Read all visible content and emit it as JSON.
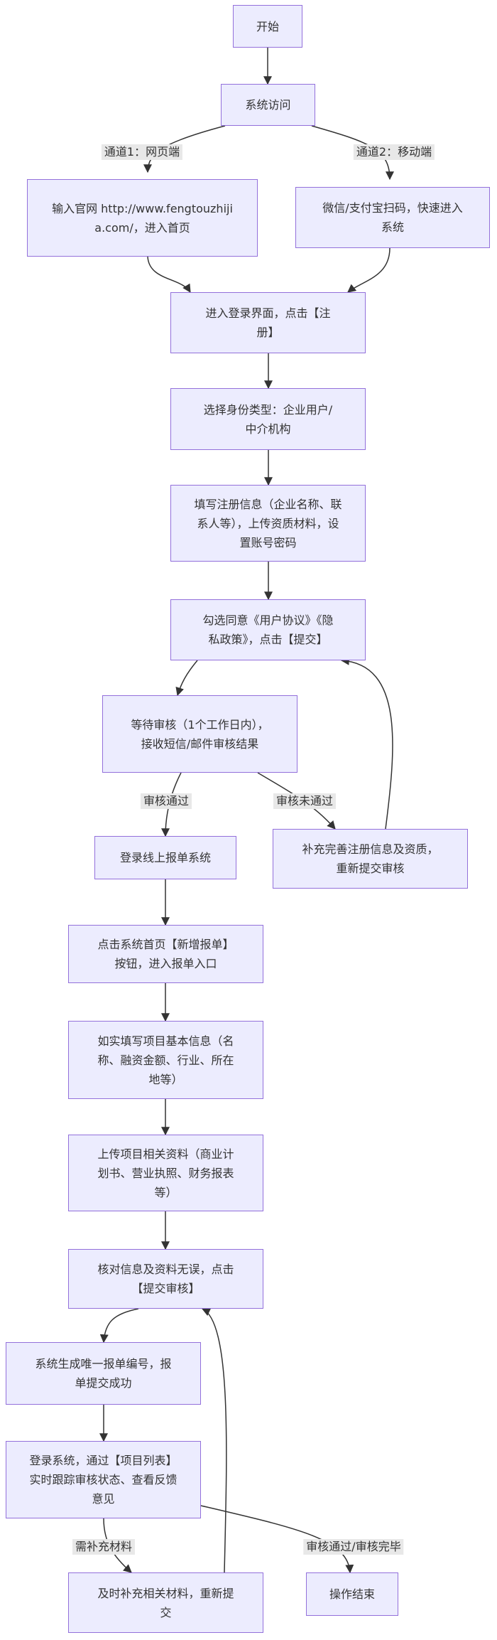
{
  "nodes": {
    "start": "开始",
    "access": "系统访问",
    "web": "输入官网 http://www.fengtouzhijia.com/，进入首页",
    "mobile": "微信/支付宝扫码，快速进入系统",
    "login": "进入登录界面，点击【注册】",
    "identity": "选择身份类型：企业用户/中介机构",
    "fill_reg": "填写注册信息（企业名称、联系人等），上传资质材料，设置账号密码",
    "agree": "勾选同意《用户协议》《隐私政策》，点击【提交】",
    "wait": "等待审核（1个工作日内），接收短信/邮件审核结果",
    "login_sys": "登录线上报单系统",
    "supplement_reg": "补充完善注册信息及资质，重新提交审核",
    "new_report": "点击系统首页【新增报单】按钮，进入报单入口",
    "fill_project": "如实填写项目基本信息（名称、融资金额、行业、所在地等）",
    "upload": "上传项目相关资料（商业计划书、营业执照、财务报表等）",
    "verify": "核对信息及资料无误，点击【提交审核】",
    "generate": "系统生成唯一报单编号，报单提交成功",
    "track": "登录系统，通过【项目列表】实时跟踪审核状态、查看反馈意见",
    "resubmit": "及时补充相关材料，重新提交",
    "end": "操作结束"
  },
  "edge_labels": {
    "web": "通道1：网页端",
    "mobile": "通道2：移动端",
    "approved": "审核通过",
    "rejected": "审核未通过",
    "need_more": "需补充材料",
    "complete": "审核通过/审核完毕"
  },
  "colors": {
    "node_fill": "#ececfe",
    "node_border": "#9370db",
    "edge": "#333333",
    "label_bg": "#e8e8e8"
  }
}
